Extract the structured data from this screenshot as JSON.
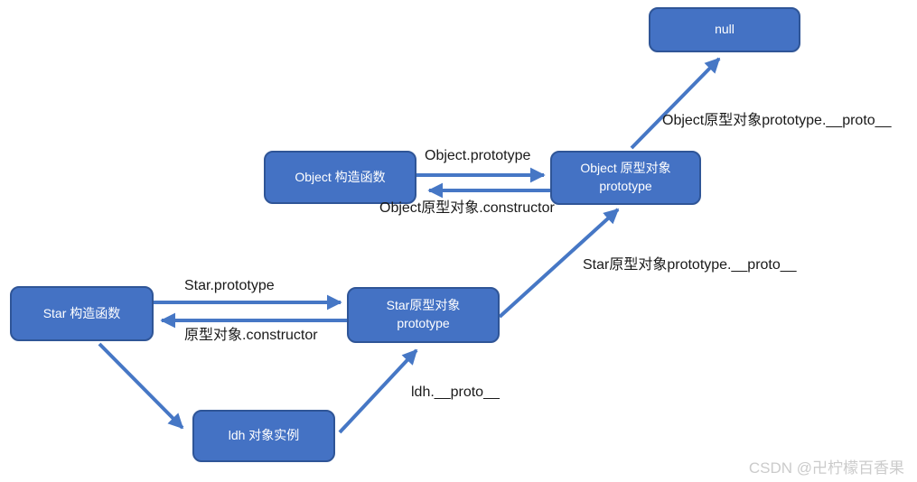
{
  "colors": {
    "node-fill": "#4472C4",
    "node-border": "#2F5597",
    "node-text": "#ffffff",
    "arrow": "#4677C5",
    "label": "#1a1a1a",
    "watermark": "#cbcbcb",
    "bg": "#ffffff"
  },
  "nodes": {
    "null_box": {
      "line1": "null"
    },
    "object_constructor": {
      "line1": "Object 构造函数"
    },
    "object_prototype": {
      "line1": "Object 原型对象",
      "line2": "prototype"
    },
    "star_constructor": {
      "line1": "Star 构造函数"
    },
    "star_prototype": {
      "line1": "Star原型对象",
      "line2": "prototype"
    },
    "ldh_instance": {
      "line1": "ldh 对象实例"
    }
  },
  "edge_labels": {
    "object_prototype": "Object.prototype",
    "object_constructor": "Object原型对象.constructor",
    "object_proto": "Object原型对象prototype.__proto__",
    "star_prototype": "Star.prototype",
    "star_constructor": "原型对象.constructor",
    "star_proto": "Star原型对象prototype.__proto__",
    "ldh_proto": "ldh.__proto__"
  },
  "watermark": {
    "text": "CSDN @卍柠檬百香果"
  }
}
